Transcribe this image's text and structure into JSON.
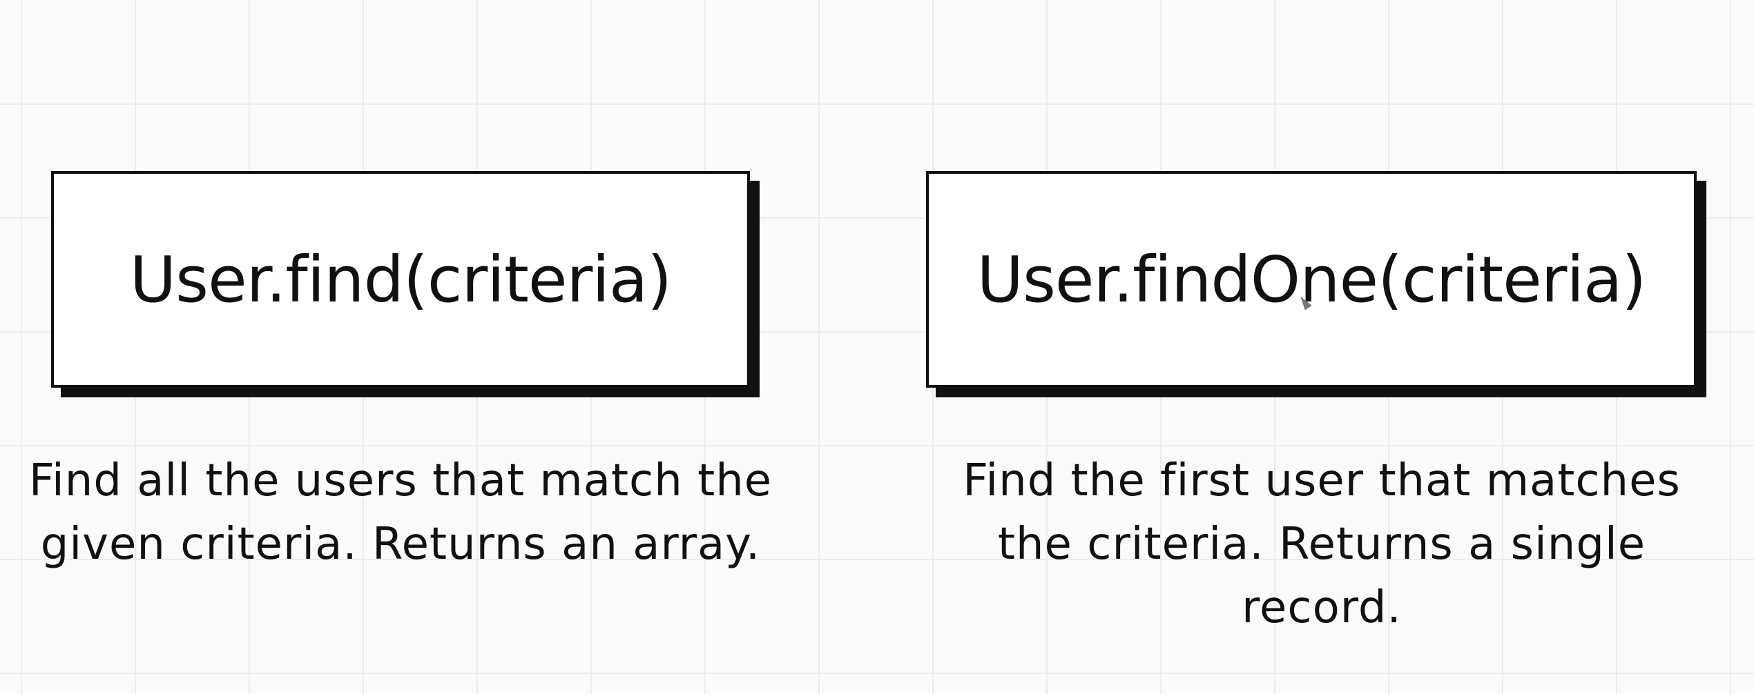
{
  "cards": [
    {
      "title": "User.find(criteria)",
      "description_lines": [
        "Find all the users that match the",
        "given criteria.  Returns an array."
      ]
    },
    {
      "title": "User.findOne(criteria)",
      "description_lines": [
        "Find the first user that matches",
        "the criteria.  Returns a single",
        "record."
      ]
    }
  ],
  "colors": {
    "ink": "#111111",
    "background": "#fbfbfb",
    "grid": "#ececec",
    "card_fill": "#ffffff"
  },
  "icons": {
    "cursor": "mouse-cursor-icon"
  }
}
